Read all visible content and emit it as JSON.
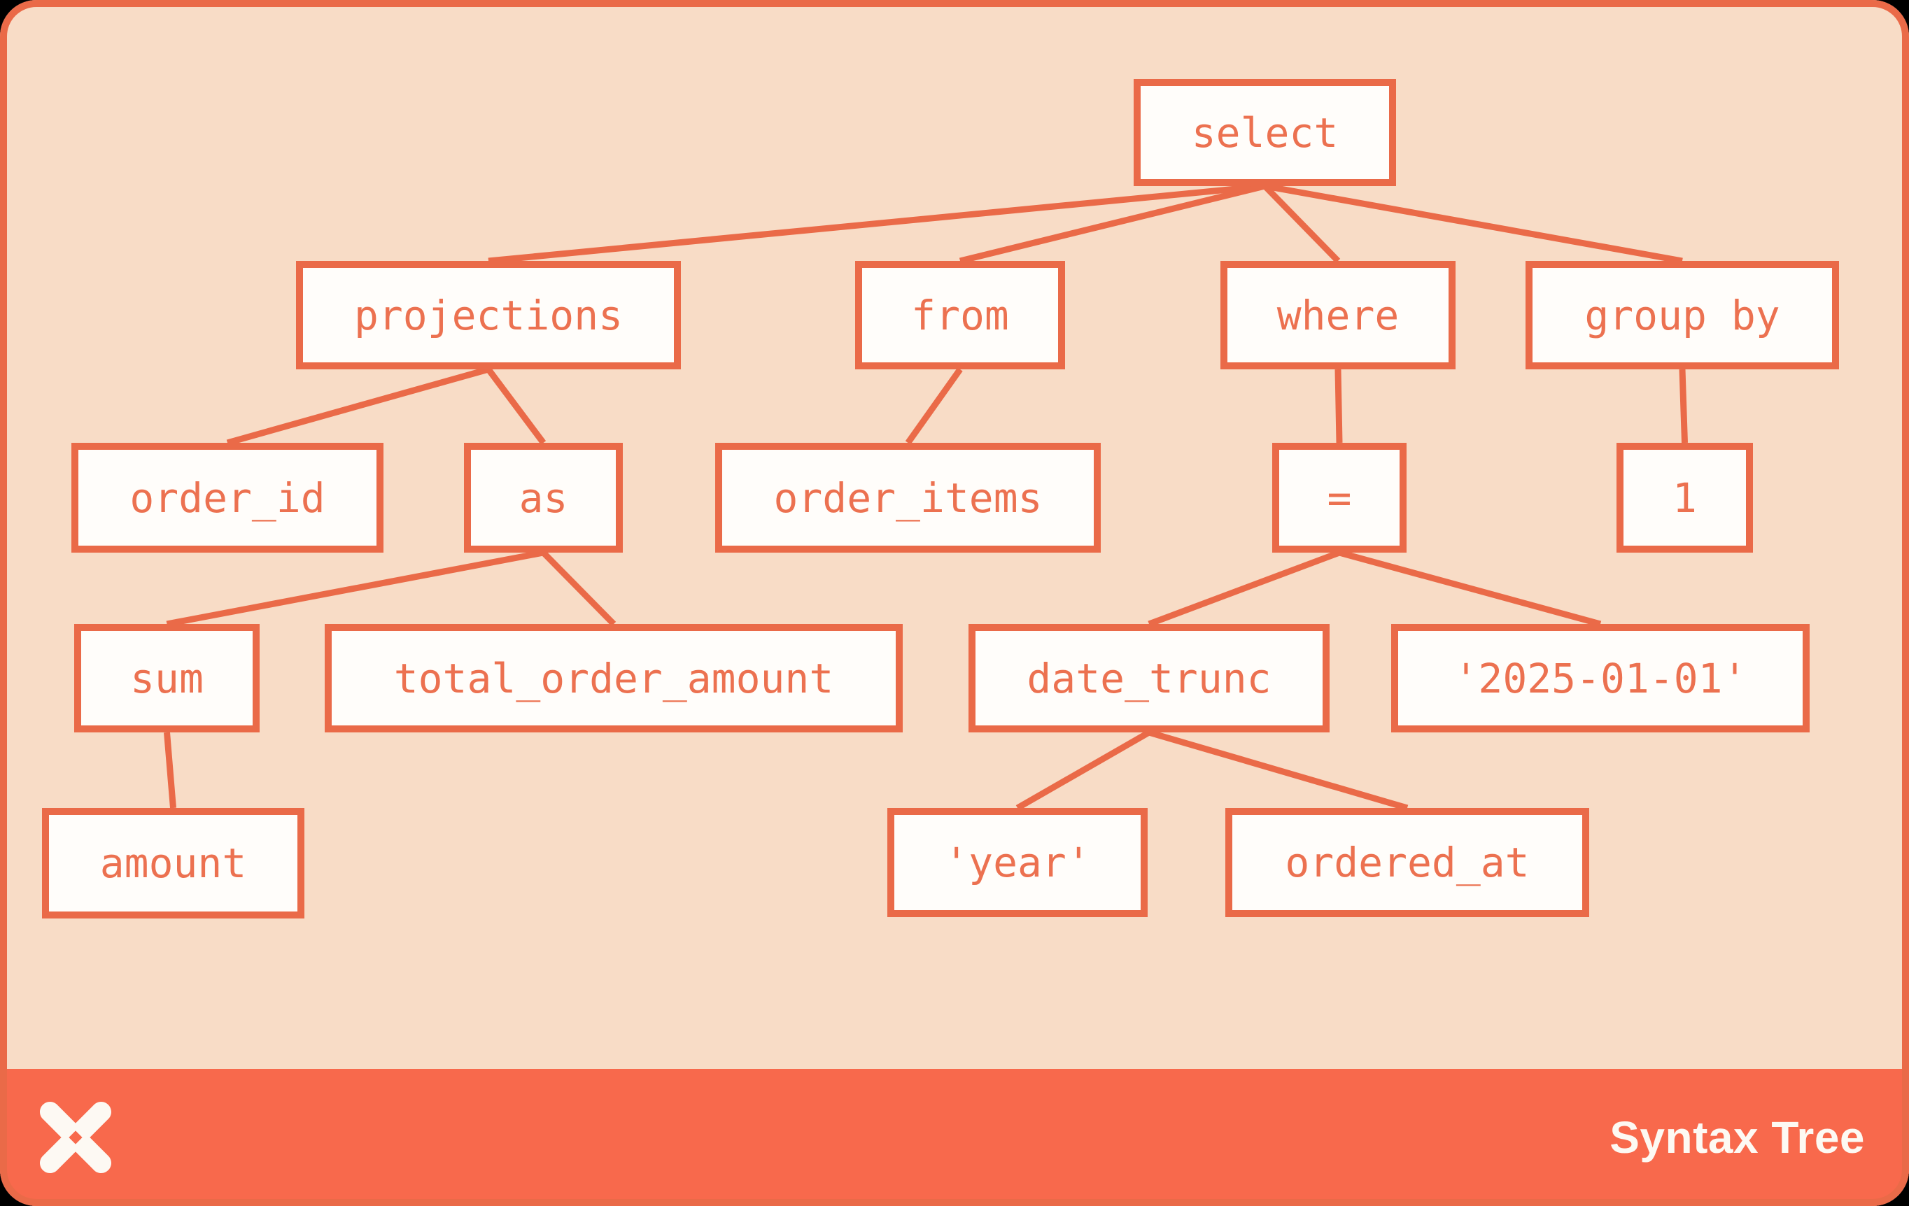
{
  "theme": {
    "background": "#000000",
    "panel_peach": "#f8dcc6",
    "bar_orange": "#f8694c",
    "stroke_orange": "#ea6a48",
    "node_fill": "#fffdfa",
    "node_text": "#ec7150",
    "footer_text": "#fdf9f3"
  },
  "footer": {
    "brand_label": "Syntax Tree",
    "logo_icon": "dbt-pinwheel-logo"
  },
  "tree": {
    "nodes": {
      "select": {
        "label": "select"
      },
      "projections": {
        "label": "projections"
      },
      "from": {
        "label": "from"
      },
      "where": {
        "label": "where"
      },
      "group_by": {
        "label": "group by"
      },
      "order_id": {
        "label": "order_id"
      },
      "as": {
        "label": "as"
      },
      "order_items": {
        "label": "order_items"
      },
      "eq": {
        "label": "="
      },
      "one": {
        "label": "1"
      },
      "sum": {
        "label": "sum"
      },
      "total_order_amount": {
        "label": "total_order_amount"
      },
      "date_trunc": {
        "label": "date_trunc"
      },
      "date_literal": {
        "label": "'2025-01-01'"
      },
      "amount": {
        "label": "amount"
      },
      "year_literal": {
        "label": "'year'"
      },
      "ordered_at": {
        "label": "ordered_at"
      }
    },
    "edges": [
      [
        "select",
        "projections"
      ],
      [
        "select",
        "from"
      ],
      [
        "select",
        "where"
      ],
      [
        "select",
        "group_by"
      ],
      [
        "projections",
        "order_id"
      ],
      [
        "projections",
        "as"
      ],
      [
        "from",
        "order_items"
      ],
      [
        "where",
        "eq"
      ],
      [
        "group_by",
        "one"
      ],
      [
        "as",
        "sum"
      ],
      [
        "as",
        "total_order_amount"
      ],
      [
        "eq",
        "date_trunc"
      ],
      [
        "eq",
        "date_literal"
      ],
      [
        "sum",
        "amount"
      ],
      [
        "date_trunc",
        "year_literal"
      ],
      [
        "date_trunc",
        "ordered_at"
      ]
    ]
  }
}
